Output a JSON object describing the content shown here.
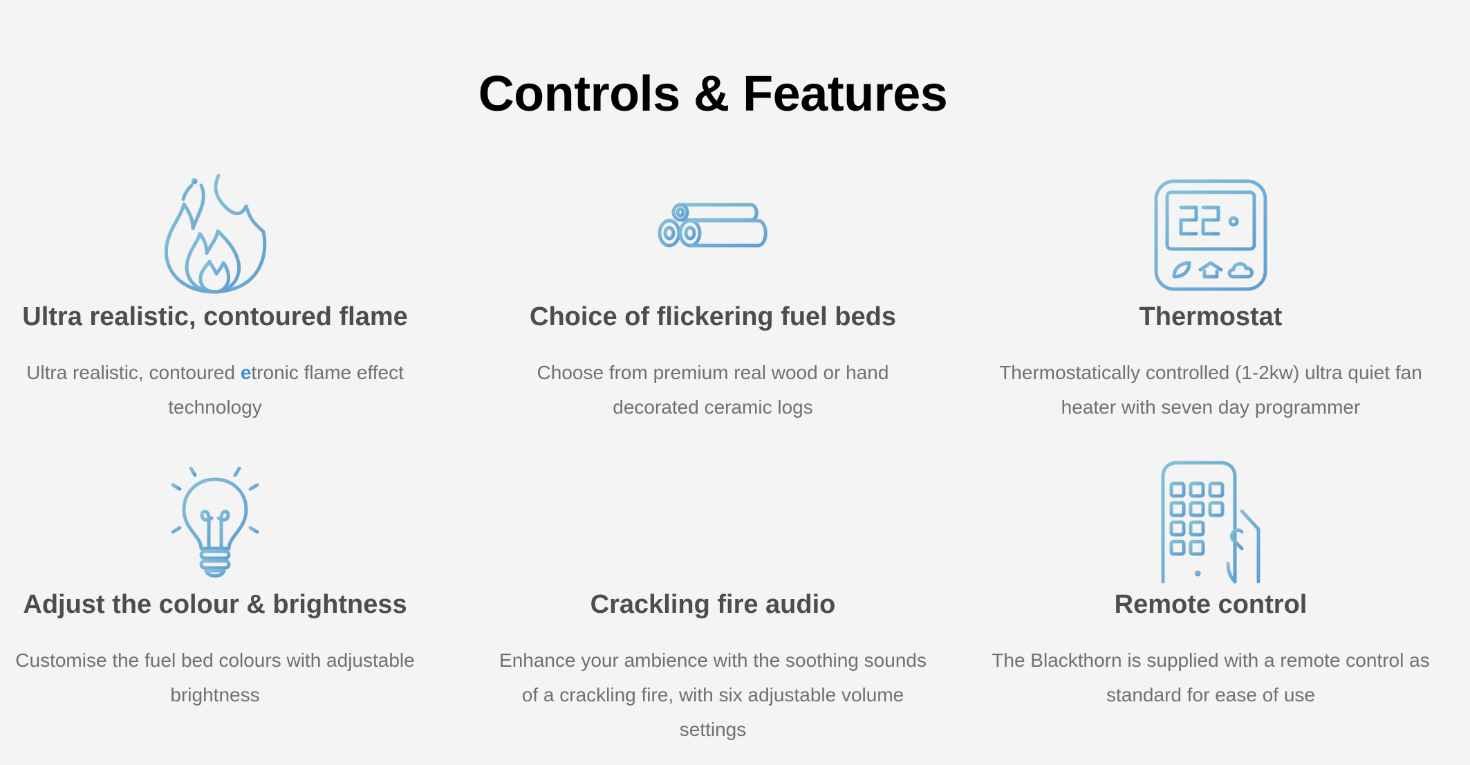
{
  "page": {
    "title": "Controls & Features"
  },
  "colors": {
    "background": "#f4f4f4",
    "icon_gradient_start": "#82bcd8",
    "icon_gradient_end": "#5c9ccf",
    "heading": "#4d4d4d",
    "body_text": "#707070",
    "highlight": "#3b8fd4"
  },
  "features": [
    {
      "icon": "flame-icon",
      "heading": "Ultra realistic, contoured flame",
      "desc_prefix": "Ultra realistic, contoured ",
      "desc_highlight": "e",
      "desc_suffix": "tronic flame effect technology"
    },
    {
      "icon": "logs-icon",
      "heading": "Choice of flickering fuel beds",
      "desc": "Choose from premium real wood or hand decorated ceramic logs"
    },
    {
      "icon": "thermostat-icon",
      "heading": "Thermostat",
      "desc": "Thermostatically controlled (1-2kw) ultra quiet fan heater with seven day programmer",
      "display_value": "22"
    },
    {
      "icon": "lightbulb-icon",
      "heading": "Adjust the colour & brightness",
      "desc": "Customise the fuel bed colours with adjustable brightness"
    },
    {
      "icon": "sound-wave-icon",
      "heading": "Crackling fire audio",
      "desc": "Enhance your ambience with the soothing sounds of a crackling fire, with six adjustable volume settings"
    },
    {
      "icon": "remote-control-icon",
      "heading": "Remote control",
      "desc": "The Blackthorn is supplied with a remote control as standard for ease of use"
    }
  ]
}
